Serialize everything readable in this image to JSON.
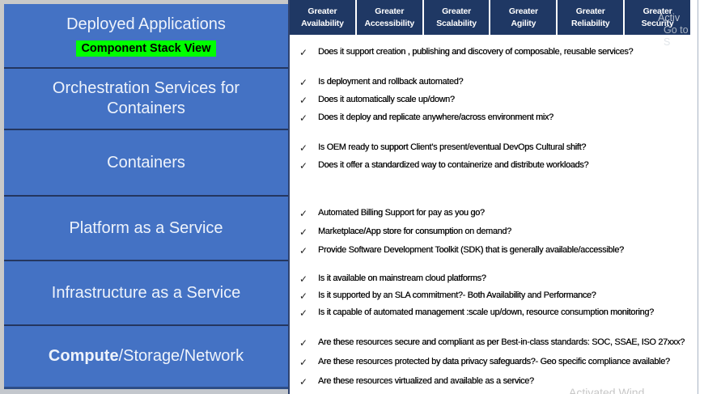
{
  "header": {
    "tabs": [
      {
        "id": "availability",
        "line1": "Greater",
        "line2": "Availability"
      },
      {
        "id": "accessibility",
        "line1": "Greater",
        "line2": "Accessibility"
      },
      {
        "id": "scalability",
        "line1": "Greater",
        "line2": "Scalability"
      },
      {
        "id": "agility",
        "line1": "Greater",
        "line2": "Agility"
      },
      {
        "id": "reliability",
        "line1": "Greater",
        "line2": "Reliability"
      },
      {
        "id": "security",
        "line1": "Greater",
        "line2": "Security"
      }
    ]
  },
  "stack": {
    "boxes": [
      {
        "id": "deployed-applications",
        "label": "Deployed Applications",
        "badge": "Component Stack View"
      },
      {
        "id": "orchestration-services-for-containers",
        "label": "Orchestration Services for Containers"
      },
      {
        "id": "containers",
        "label": "Containers"
      },
      {
        "id": "platform-as-a-service",
        "label": "Platform as a Service"
      },
      {
        "id": "infrastructure-as-a-service",
        "label": "Infrastructure as a Service"
      },
      {
        "id": "compute-storage-network",
        "bold": "Compute",
        "rest": "/Storage/Network"
      }
    ]
  },
  "checklists": {
    "groups": [
      {
        "id": "deployed-applications",
        "items": [
          "Does it support creation , publishing and discovery of composable, reusable services?"
        ]
      },
      {
        "id": "orchestration-services-for-containers",
        "items": [
          "Is deployment and rollback automated?",
          "Does it automatically scale up/down?",
          "Does it deploy and replicate anywhere/across environment mix?"
        ]
      },
      {
        "id": "containers",
        "items": [
          "Is OEM ready  to support Client’s present/eventual DevOps Cultural shift?",
          "Does it offer a standardized way to containerize and distribute workloads?"
        ]
      },
      {
        "id": "platform-as-a-service",
        "items": [
          "Automated Billing Support for pay as you go?",
          "Marketplace/App store for consumption on demand?",
          "Provide Software Development Toolkit (SDK) that is generally available/accessible?"
        ]
      },
      {
        "id": "infrastructure-as-a-service",
        "items": [
          "Is it available on mainstream cloud platforms?",
          "Is it supported by an SLA commitment?-  Both Availability and Performance?",
          "Is it capable of automated management :scale up/down, resource consumption monitoring?"
        ]
      },
      {
        "id": "compute-storage-network",
        "items": [
          "Are these resources secure and compliant as per Best-in-class standards:  SOC, SSAE, ISO 27xxx?",
          "Are these resources protected by data privacy safeguards?- Geo specific compliance available?",
          "Are these resources virtualized and available as a service?"
        ]
      }
    ]
  },
  "icons": {
    "check": "✓"
  },
  "watermark": {
    "top_line1": "Activ",
    "top_line2": "Go to S",
    "bottom": "Activated Wind"
  },
  "colors": {
    "stack_blue": "#4472C4",
    "tab_navy": "#1F3864",
    "badge_green": "#00FF00",
    "divider_navy": "#24365F",
    "panel_border": "#2F4370",
    "question_text": "#0A0A0A",
    "box_text": "#EEF3FB"
  }
}
